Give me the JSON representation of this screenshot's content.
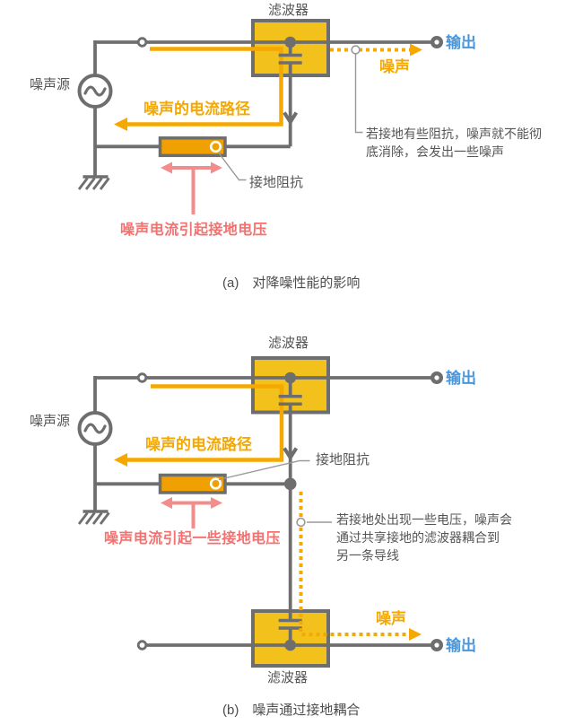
{
  "colors": {
    "wire_gray": "#6e6e6e",
    "filter_yellow": "#f2c11c",
    "resistor_orange": "#f0a000",
    "noise_orange": "#f5a800",
    "pink": "#f18d8d",
    "red_text": "#f4716f",
    "output_blue": "#4a96db",
    "label_gray": "#555555",
    "leader_gray": "#999999"
  },
  "diagram_a": {
    "filter_label": "滤波器",
    "output_label": "输出",
    "noise_label": "噪声",
    "noise_source_label": "噪声源",
    "current_path_label": "噪声的电流路径",
    "impedance_label": "接地阻抗",
    "ground_voltage_label": "噪声电流引起接地电压",
    "note_line1": "若接地有些阻抗，噪声就不能彻",
    "note_line2": "底消除，会发出一些噪声",
    "caption": "(a)　对降噪性能的影响"
  },
  "diagram_b": {
    "filter_top_label": "滤波器",
    "filter_bottom_label": "滤波器",
    "output_top_label": "输出",
    "output_bottom_label": "输出",
    "noise_label": "噪声",
    "noise_source_label": "噪声源",
    "current_path_label": "噪声的电流路径",
    "impedance_label": "接地阻抗",
    "ground_voltage_label": "噪声电流引起一些接地电压",
    "note_line1": "若接地处出现一些电压，噪声会",
    "note_line2": "通过共享接地的滤波器耦合到",
    "note_line3": "另一条导线",
    "caption": "(b)　噪声通过接地耦合"
  }
}
